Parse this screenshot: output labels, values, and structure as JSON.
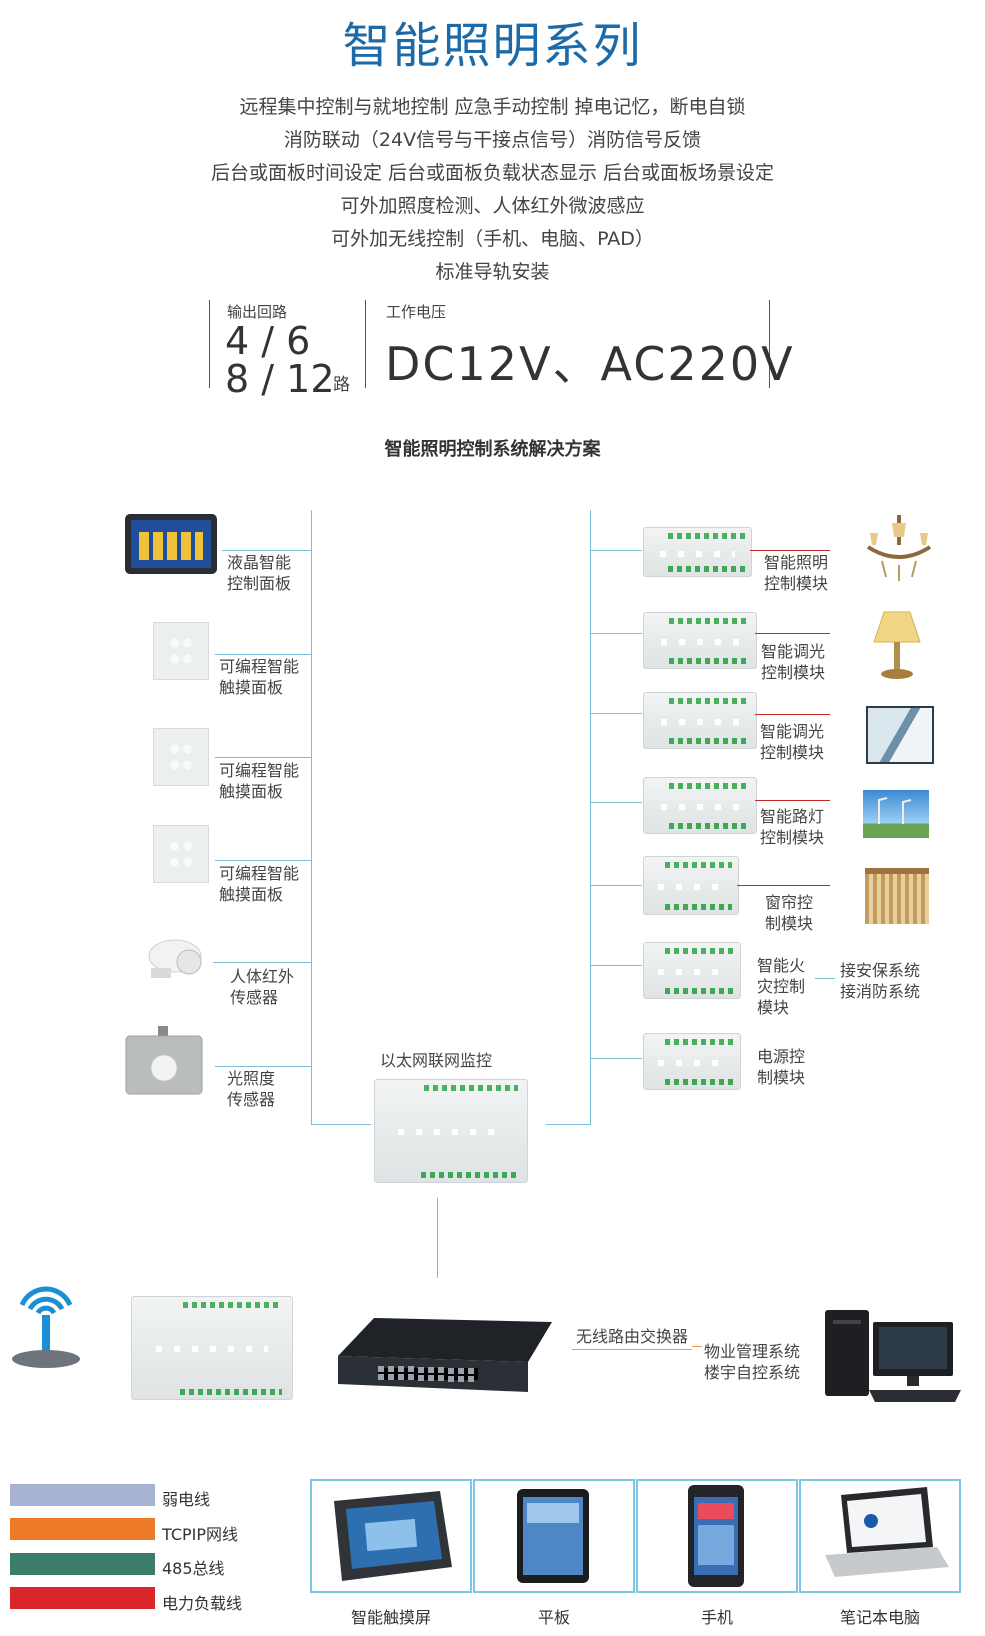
{
  "title": "智能照明系列",
  "features": [
    "远程集中控制与就地控制   应急手动控制   掉电记忆，断电自锁",
    "消防联动（24V信号与干接点信号）消防信号反馈",
    "后台或面板时间设定  后台或面板负载状态显示  后台或面板场景设定",
    "可外加照度检测、人体红外微波感应",
    "可外加无线控制（手机、电脑、PAD）",
    "标准导轨安装"
  ],
  "specs": {
    "output_label": "输出回路",
    "output_line1": "4 / 6",
    "output_line2": "8 / 12",
    "output_unit": "路",
    "voltage_label": "工作电压",
    "voltage_value": "DC12V、AC220V"
  },
  "diagram_title": "智能照明控制系统解决方案",
  "left_devices": [
    {
      "line1": "液晶智能",
      "line2": "控制面板",
      "icon": "lcd-panel-icon"
    },
    {
      "line1": "可编程智能",
      "line2": "触摸面板",
      "icon": "touch-panel-icon"
    },
    {
      "line1": "可编程智能",
      "line2": "触摸面板",
      "icon": "touch-panel-icon"
    },
    {
      "line1": "可编程智能",
      "line2": "触摸面板",
      "icon": "touch-panel-icon"
    },
    {
      "line1": "人体红外",
      "line2": "传感器",
      "icon": "pir-sensor-icon"
    },
    {
      "line1": "光照度",
      "line2": "传感器",
      "icon": "light-sensor-icon"
    }
  ],
  "right_modules": [
    {
      "line1": "智能照明",
      "line2": "控制模块",
      "line3": ""
    },
    {
      "line1": "智能调光",
      "line2": "控制模块",
      "line3": ""
    },
    {
      "line1": "智能调光",
      "line2": "控制模块",
      "line3": ""
    },
    {
      "line1": "智能路灯",
      "line2": "控制模块",
      "line3": ""
    },
    {
      "line1": "窗帘控",
      "line2": "制模块",
      "line3": ""
    },
    {
      "line1": "智能火",
      "line2": "灾控制",
      "line3": "模块"
    },
    {
      "line1": "电源控",
      "line2": "制模块",
      "line3": ""
    }
  ],
  "fire_links": [
    "接安保系统",
    "接消防系统"
  ],
  "ethernet_label": "以太网联网监控",
  "router_label": "无线路由交换器",
  "mgmt_labels": [
    "物业管理系统",
    "楼宇自控系统"
  ],
  "legend": [
    {
      "label": "弱电线",
      "color": "#a7b2d3"
    },
    {
      "label": "TCPIP网线",
      "color": "#ec7a26"
    },
    {
      "label": "485总线",
      "color": "#3b7d6a"
    },
    {
      "label": "电力负载线",
      "color": "#d8262a"
    }
  ],
  "terminals": [
    "智能触摸屏",
    "平板",
    "手机",
    "笔记本电脑"
  ],
  "colors": {
    "title": "#1c6aa8",
    "line": "#7bbfd6",
    "power": "#c62828",
    "tcpip": "#e99b55"
  }
}
